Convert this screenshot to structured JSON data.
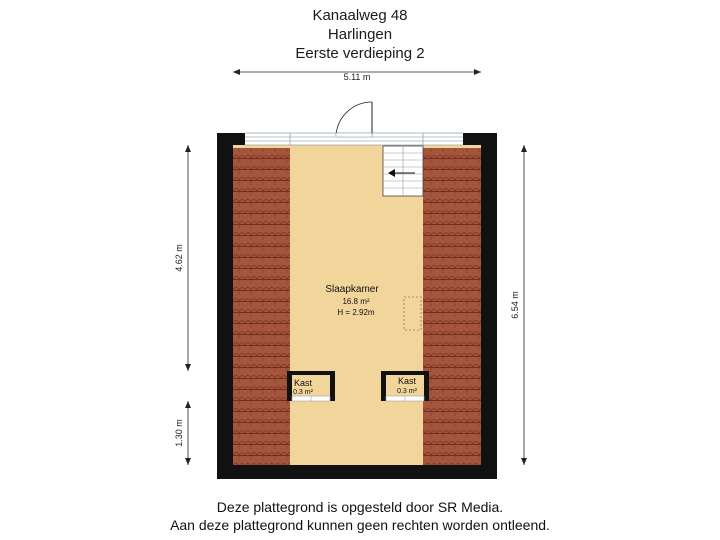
{
  "header": {
    "address": "Kanaalweg 48",
    "city": "Harlingen",
    "floor": "Eerste verdieping 2"
  },
  "dimensions": {
    "width": "5.11 m",
    "depth_total": "6.54 m",
    "depth_upper": "4.62 m",
    "depth_lower": "1.30 m"
  },
  "rooms": {
    "main": {
      "name": "Slaapkamer",
      "area": "16.8 m²",
      "height": "H = 2.92m"
    },
    "closet_left": {
      "name": "Kast",
      "area": "0.3 m²"
    },
    "closet_right": {
      "name": "Kast",
      "area": "0.3 m²"
    }
  },
  "footer": {
    "line1": "Deze plattegrond is opgesteld door SR Media.",
    "line2": "Aan deze plattegrond kunnen geen rechten worden ontleend."
  },
  "colors": {
    "floor": "#f2d59a",
    "roof_tile": "#a4553b",
    "roof_tile_line": "#6e2f1f",
    "wall": "#111111",
    "window_frame": "#b9c4cc"
  }
}
